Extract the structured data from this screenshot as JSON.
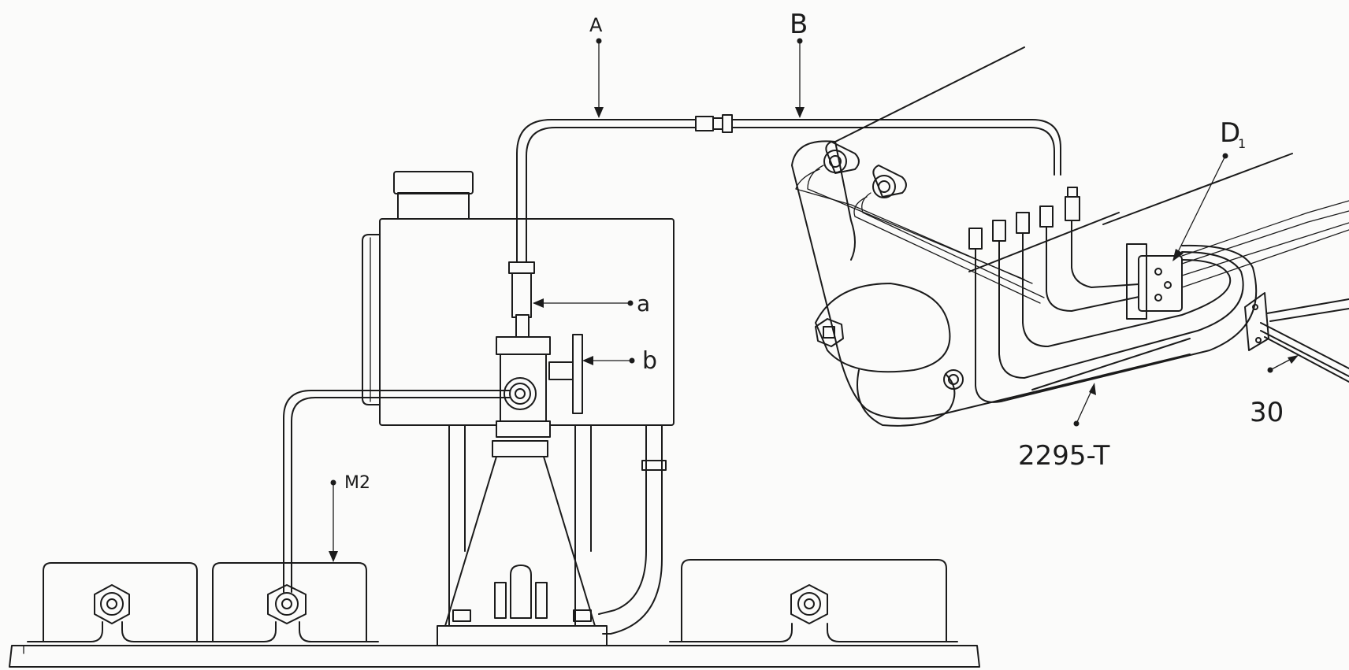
{
  "labels": {
    "A": "A",
    "B": "B",
    "a": "a",
    "b": "b",
    "M2": "M2",
    "D1_main": "D",
    "D1_sub": "1",
    "part_2295T": "2295-T",
    "part_30": "30"
  },
  "colors": {
    "ink": "#1b1b1b",
    "paper": "#fbfbfa"
  }
}
